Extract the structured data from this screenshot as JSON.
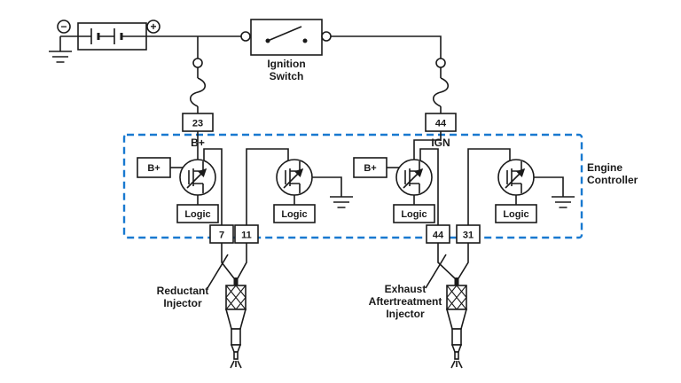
{
  "colors": {
    "wire": "#1a1a1a",
    "controller_border": "#1879d0",
    "background": "#ffffff"
  },
  "battery": {
    "minus_symbol": "−",
    "plus_symbol": "+"
  },
  "ignition_switch": {
    "label": [
      "Ignition",
      "Switch"
    ]
  },
  "supply": {
    "b_plus_pin": {
      "number": "23",
      "name": "B+"
    },
    "ign_pin": {
      "number": "44",
      "name": "IGN"
    }
  },
  "controller": {
    "label": [
      "Engine",
      "Controller"
    ],
    "b_plus_boxes": [
      "B+",
      "B+"
    ],
    "logic_boxes": [
      "Logic",
      "Logic",
      "Logic",
      "Logic"
    ],
    "output_pins": [
      "7",
      "11",
      "44",
      "31"
    ]
  },
  "injectors": {
    "reductant": {
      "label": [
        "Reductant",
        "Injector"
      ]
    },
    "exhaust": {
      "label": [
        "Exhaust",
        "Aftertreatment",
        "Injector"
      ]
    }
  }
}
